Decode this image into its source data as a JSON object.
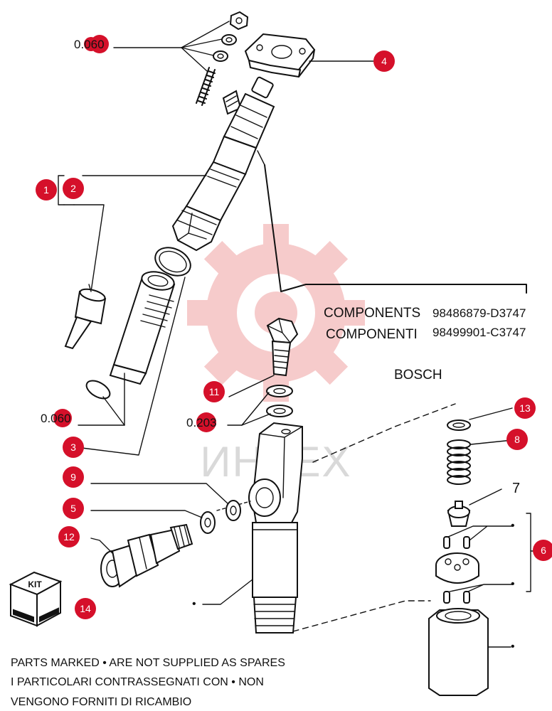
{
  "components": {
    "label_en": "COMPONENTS",
    "label_it": "COMPONENTI",
    "code_1": "98486879-D3747",
    "code_2": "98499901-C3747",
    "brand": "BOSCH"
  },
  "callouts": [
    "1",
    "2",
    "3",
    "4",
    "5",
    "6",
    "8",
    "9",
    "11",
    "12",
    "13",
    "14"
  ],
  "plain_labels": {
    "part_7": "7"
  },
  "thickness": {
    "t1": "0.060",
    "t2": "0.060",
    "t3": "0.203"
  },
  "kit_label": "KIT",
  "watermark": "ИНТЕХ",
  "note": {
    "line1": "PARTS MARKED • ARE NOT SUPPLIED AS SPARES",
    "line2": "I  PARTICOLARI  CONTRASSEGNATI  CON  •  NON",
    "line3": "VENGONO FORNITI DI RICAMBIO"
  },
  "colors": {
    "callout": "#d5102a",
    "watermark": "#f5c3c3",
    "ink": "#111111"
  }
}
